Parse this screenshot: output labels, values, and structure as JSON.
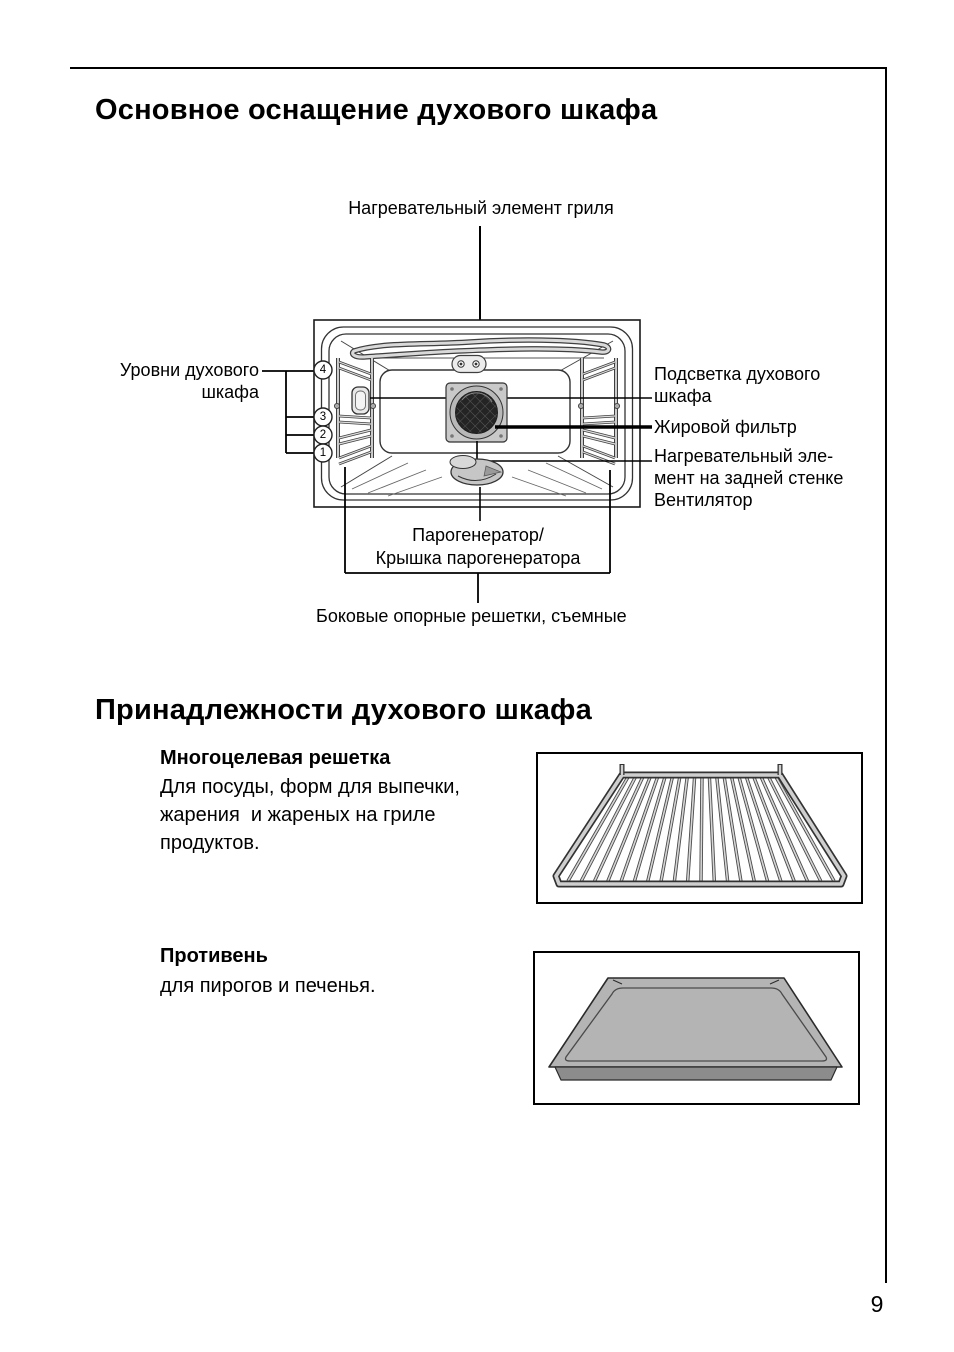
{
  "page_number": "9",
  "section_main": {
    "title": "Основное оснащение духового шкафа",
    "diagram": {
      "labels": {
        "grill_element": "Нагревательный элемент гриля",
        "oven_levels": [
          "Уровни духового",
          "шкафа"
        ],
        "oven_light": [
          "Подсветка духового",
          "шкафа"
        ],
        "grease_filter": "Жировой фильтр",
        "rear_heating_element": [
          "Нагревательный эле-",
          "мент на задней стенке"
        ],
        "fan": "Вентилятор",
        "steam_generator": [
          "Парогенератор/",
          "Крышка парогенератора"
        ],
        "side_racks": "Боковые опорные решетки, съемные"
      },
      "level_numbers": [
        "4",
        "3",
        "2",
        "1"
      ]
    }
  },
  "section_accessories": {
    "title": "Принадлежности духового шкафа",
    "items": [
      {
        "heading": "Многоцелевая решетка",
        "lines": [
          "Для посуды, форм для выпечки,",
          "жарения  и жареных на гриле",
          "продуктов."
        ],
        "image": "wire-rack"
      },
      {
        "heading": "Противень",
        "lines": [
          "для пирогов и печенья."
        ],
        "image": "baking-tray"
      }
    ]
  }
}
